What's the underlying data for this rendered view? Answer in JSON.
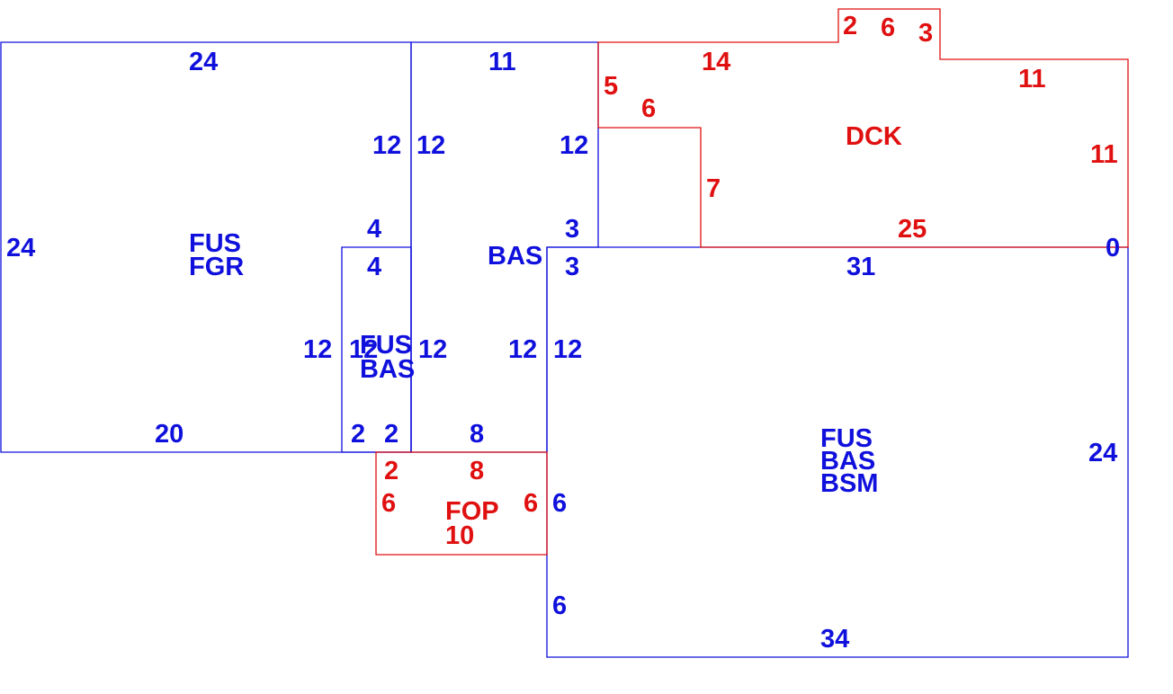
{
  "colors": {
    "main": "#1010dd",
    "accent": "#e01010"
  },
  "areas": {
    "fus_fgr": [
      "FUS",
      "FGR"
    ],
    "bas": [
      "BAS"
    ],
    "fus_bas_small": [
      "FUS",
      "BAS"
    ],
    "fus_bas_bsm": [
      "FUS",
      "BAS",
      "BSM"
    ],
    "dck": [
      "DCK"
    ],
    "fop": [
      "FOP"
    ]
  },
  "dimensions": {
    "garage": {
      "top": "24",
      "left": "24",
      "bottom": "20",
      "right": "12",
      "notch_top": "4",
      "notch_left": "12"
    },
    "bas": {
      "top": "11",
      "left": "12",
      "right": "12",
      "lower_left": "12",
      "lower_right": "12",
      "step_top": "3",
      "step_right": "3",
      "notch_top": "4",
      "bottom": "8",
      "bottom_notch": "2"
    },
    "small": {
      "right": "12",
      "left": "12",
      "bottom": "2"
    },
    "main": {
      "top": "31",
      "left_upper": "12",
      "left_mid": "6",
      "left_lower": "6",
      "right": "24",
      "bottom": "34",
      "zero": "0"
    },
    "deck": {
      "top": "14",
      "left": "5",
      "inner_top": "6",
      "inner_right": "7",
      "bump_left": "2",
      "bump_top": "6",
      "bump_right": "3",
      "upper_right": "11",
      "right": "11",
      "bottom": "25"
    },
    "porch": {
      "top_left": "2",
      "top": "8",
      "left": "6",
      "right": "6",
      "bottom": "10"
    }
  }
}
